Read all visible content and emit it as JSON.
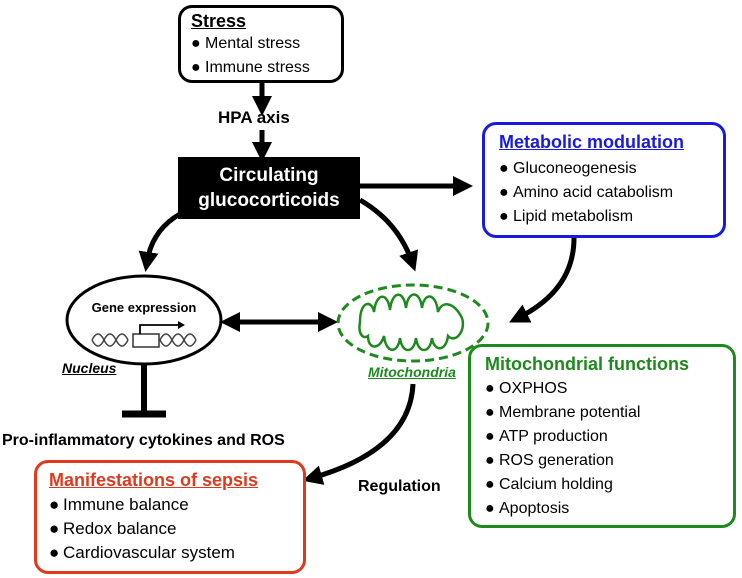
{
  "stress": {
    "title": "Stress",
    "items": [
      "Mental stress",
      "Immune stress"
    ]
  },
  "hpa_label": "HPA axis",
  "glucocorticoids": {
    "line1": "Circulating",
    "line2": "glucocorticoids"
  },
  "metabolic": {
    "title": "Metabolic modulation",
    "items": [
      "Gluconeogenesis",
      "Amino acid catabolism",
      "Lipid metabolism"
    ],
    "color": "#1a1adf"
  },
  "nucleus": {
    "inner_label": "Gene expression",
    "caption": "Nucleus"
  },
  "mitochondria": {
    "caption": "Mitochondria",
    "color": "#1e8a1e"
  },
  "mito_functions": {
    "title": "Mitochondrial functions",
    "items": [
      "OXPHOS",
      "Membrane potential",
      "ATP production",
      "ROS generation",
      "Calcium holding",
      "Apoptosis"
    ],
    "color": "#1e8a1e"
  },
  "proinflammatory_label": "Pro-inflammatory cytokines and ROS",
  "regulation_label": "Regulation",
  "sepsis": {
    "title": "Manifestations of sepsis",
    "items": [
      "Immune balance",
      "Redox balance",
      "Cardiovascular system"
    ],
    "color": "#e03a1e"
  },
  "bullet": "●"
}
